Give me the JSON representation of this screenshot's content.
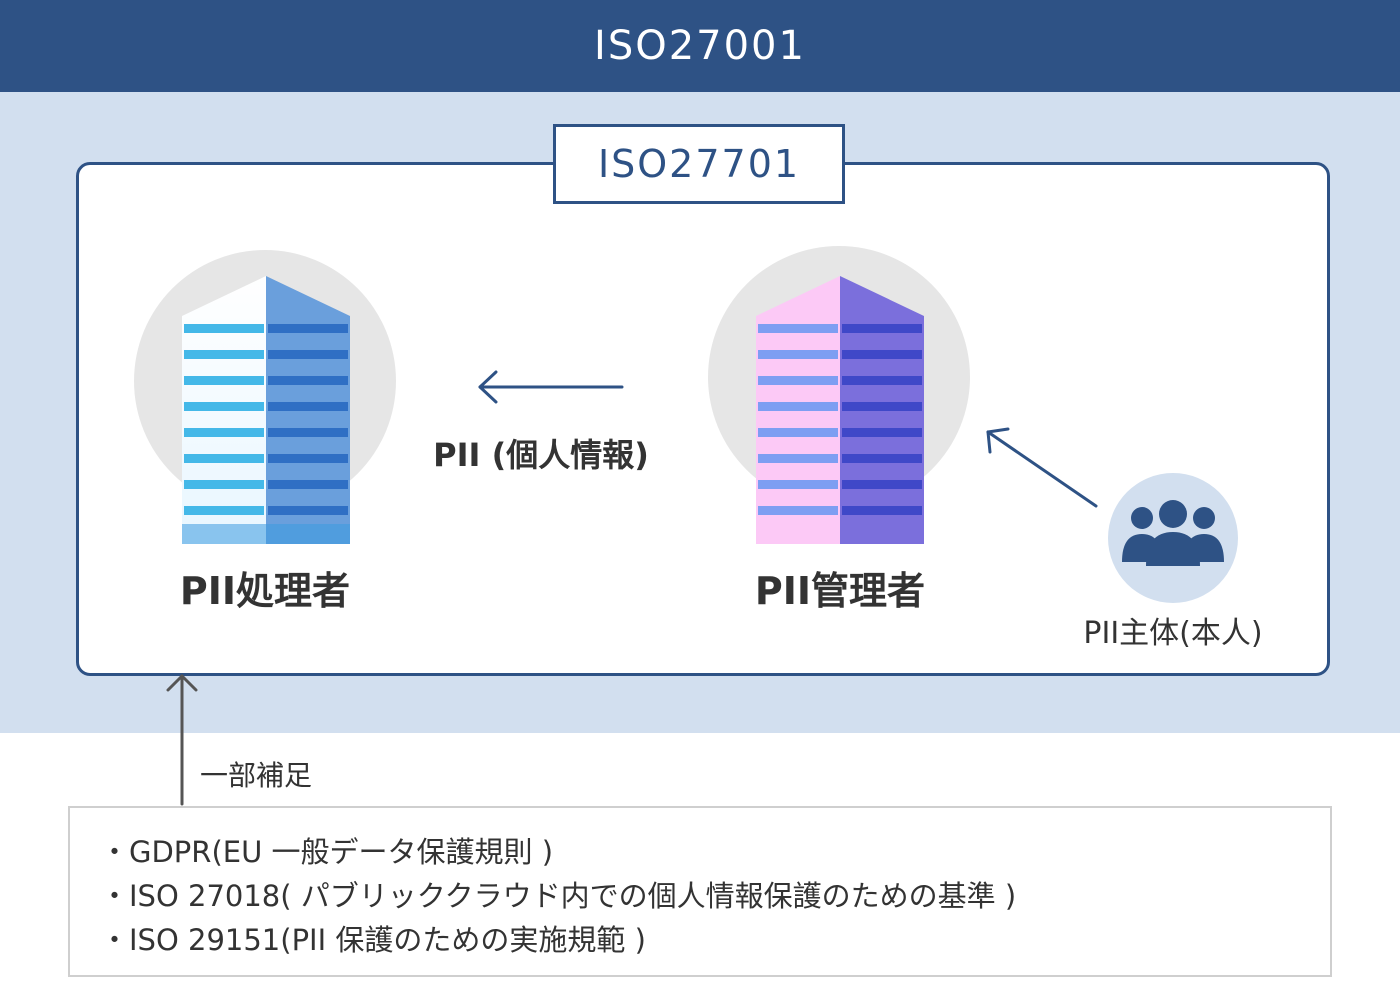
{
  "outer_standard": "ISO27001",
  "inner_standard": "ISO27701",
  "roles": {
    "processor": "PII処理者",
    "controller": "PII管理者",
    "subject": "PII主体(本人)"
  },
  "flow_label": "PII (個人情報)",
  "supplement_label": "一部補足",
  "notes": [
    "・GDPR(EU 一般データ保護規則 )",
    "・ISO 27018( パブリッククラウド内での個人情報保護のための基準 )",
    "・ISO 29151(PII 保護のための実施規範 )"
  ],
  "colors": {
    "navy": "#2e5285",
    "band": "#d2dfef",
    "processor_building": "#5b8fd6",
    "controller_building": "#7b6fdc"
  },
  "icons": [
    "office-building-icon",
    "office-building-icon",
    "people-group-icon"
  ]
}
